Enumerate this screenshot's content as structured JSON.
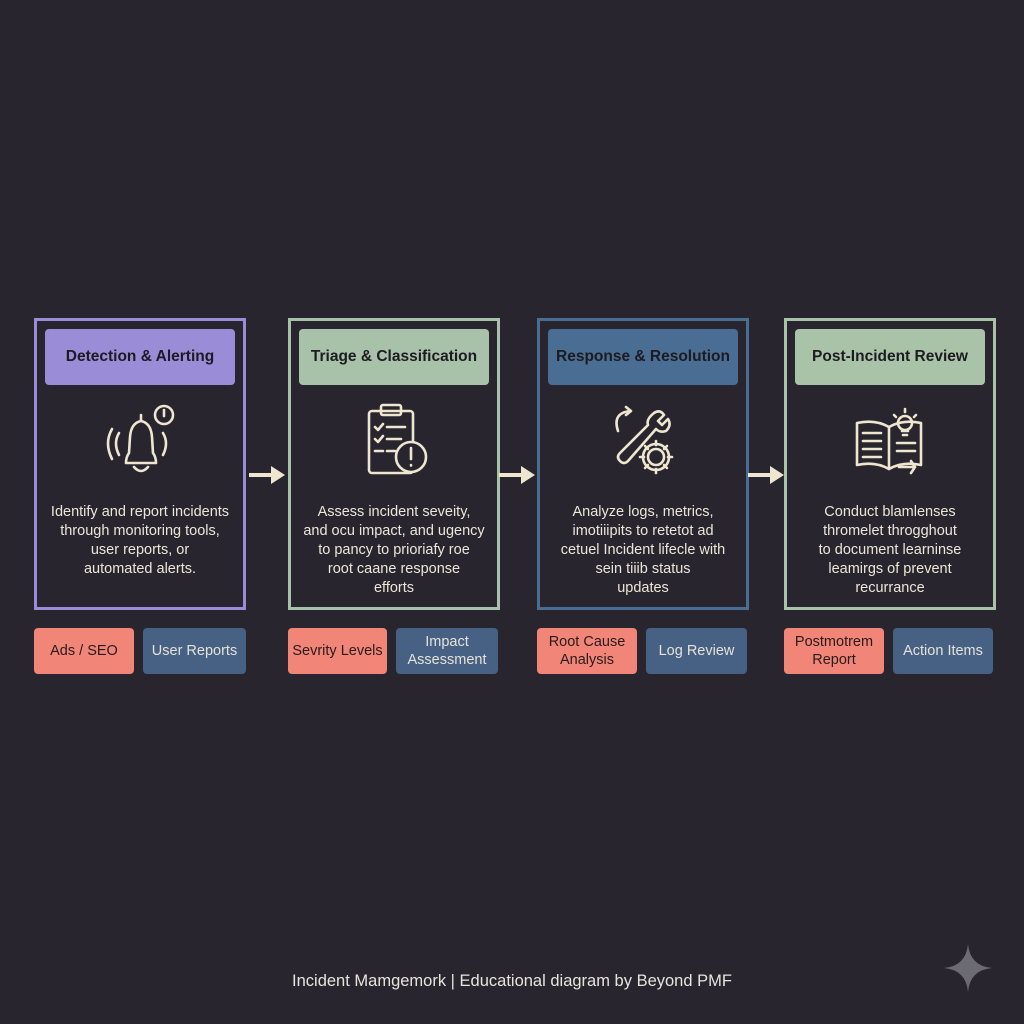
{
  "colors": {
    "background": "#28252f",
    "stage1": "#9b8cd8",
    "stage2": "#a7c2a8",
    "stage3": "#4a6d94",
    "stage4": "#a9c3a9",
    "tag_red": "#f08578",
    "tag_blue": "#466184",
    "icon_stroke": "#efe6cf"
  },
  "stages": [
    {
      "title": "Detection & Alerting",
      "icon": "bell-icon",
      "desc": [
        "Identify and report incidents",
        "through monitoring tools,",
        "user reports, or",
        "automated alerts."
      ],
      "tags": [
        "Ads / SEO",
        "User Reports"
      ]
    },
    {
      "title": "Triage & Classification",
      "icon": "clipboard-alert-icon",
      "desc": [
        "Assess incident seveity,",
        "and ocu impact, and ugency",
        "to pancy to prioriafy roe",
        "root caane response",
        "efforts"
      ],
      "tags": [
        "Sevrity Levels",
        "Impact Assessment"
      ]
    },
    {
      "title": "Response & Resolution",
      "icon": "wrench-gear-icon",
      "desc": [
        "Analyze logs, metrics,",
        "imotiiipits to retetot ad",
        "cetuel Incident lifecle with",
        "sein tiiib status",
        "updates"
      ],
      "tags": [
        "Root Cause Analysis",
        "Log Review"
      ]
    },
    {
      "title": "Post-Incident Review",
      "icon": "book-lightbulb-icon",
      "desc": [
        "Conduct blamlenses",
        "thromelet throgghout",
        "to document learninse",
        "leamirgs of prevent",
        "recurrance"
      ],
      "tags": [
        "Postmotrem Report",
        "Action Items"
      ]
    }
  ],
  "footer": "Incident Mamgemork | Educational diagram by Beyond PMF"
}
